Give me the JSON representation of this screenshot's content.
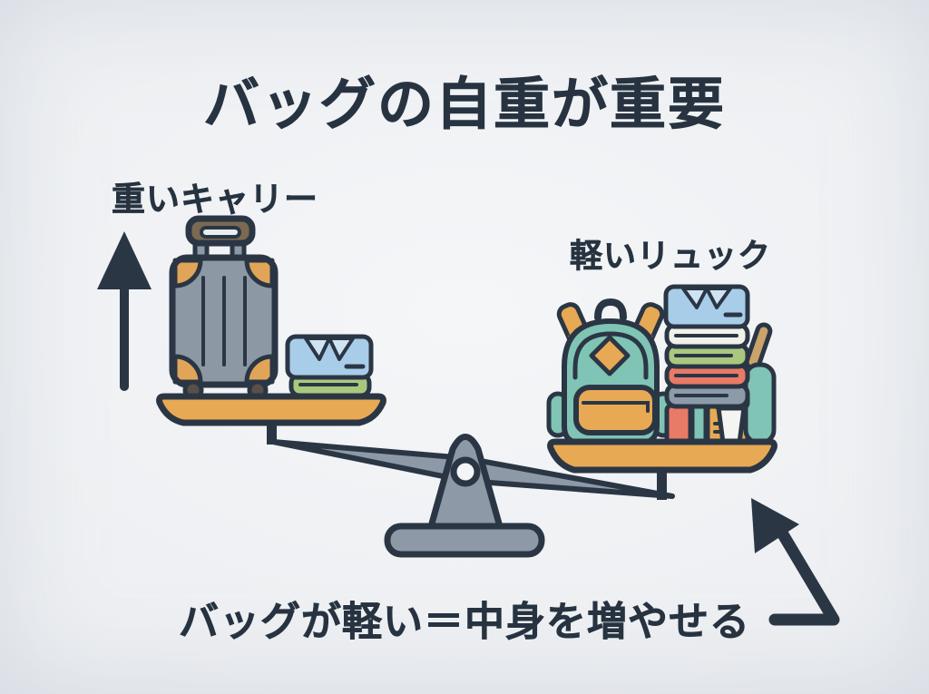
{
  "title": "バッグの自重が重要",
  "scale": {
    "left_label": "重いキャリー",
    "right_label": "軽いリュック"
  },
  "caption": "バッグが軽い＝中身を増やせる",
  "icons": {
    "left_arrow": "up-arrow-icon",
    "bottom_arrow": "bent-up-left-arrow-icon",
    "balance": "balance-scale-icon",
    "left_pan_items": [
      "suitcase-icon",
      "folded-shirt-stack-icon"
    ],
    "right_pan_items": [
      "backpack-icon",
      "folded-clothes-stack-icon",
      "books-icon",
      "coffee-cup-icon",
      "bottle-icon"
    ]
  },
  "palette": {
    "background": "#edeff2",
    "ink": "#273340",
    "outline": "#2b3645",
    "gray": "#8d99a6",
    "orange": "#e8a954",
    "teal": "#7fc4b4",
    "light_blue": "#a8cde9",
    "collar_blue": "#cfe4f2",
    "green": "#a9c87e",
    "coral": "#e87a66",
    "cloth_gray": "#8d9aa8",
    "off_white": "#f1f1ea",
    "brown": "#7a6a52",
    "tan": "#c9a36a"
  }
}
